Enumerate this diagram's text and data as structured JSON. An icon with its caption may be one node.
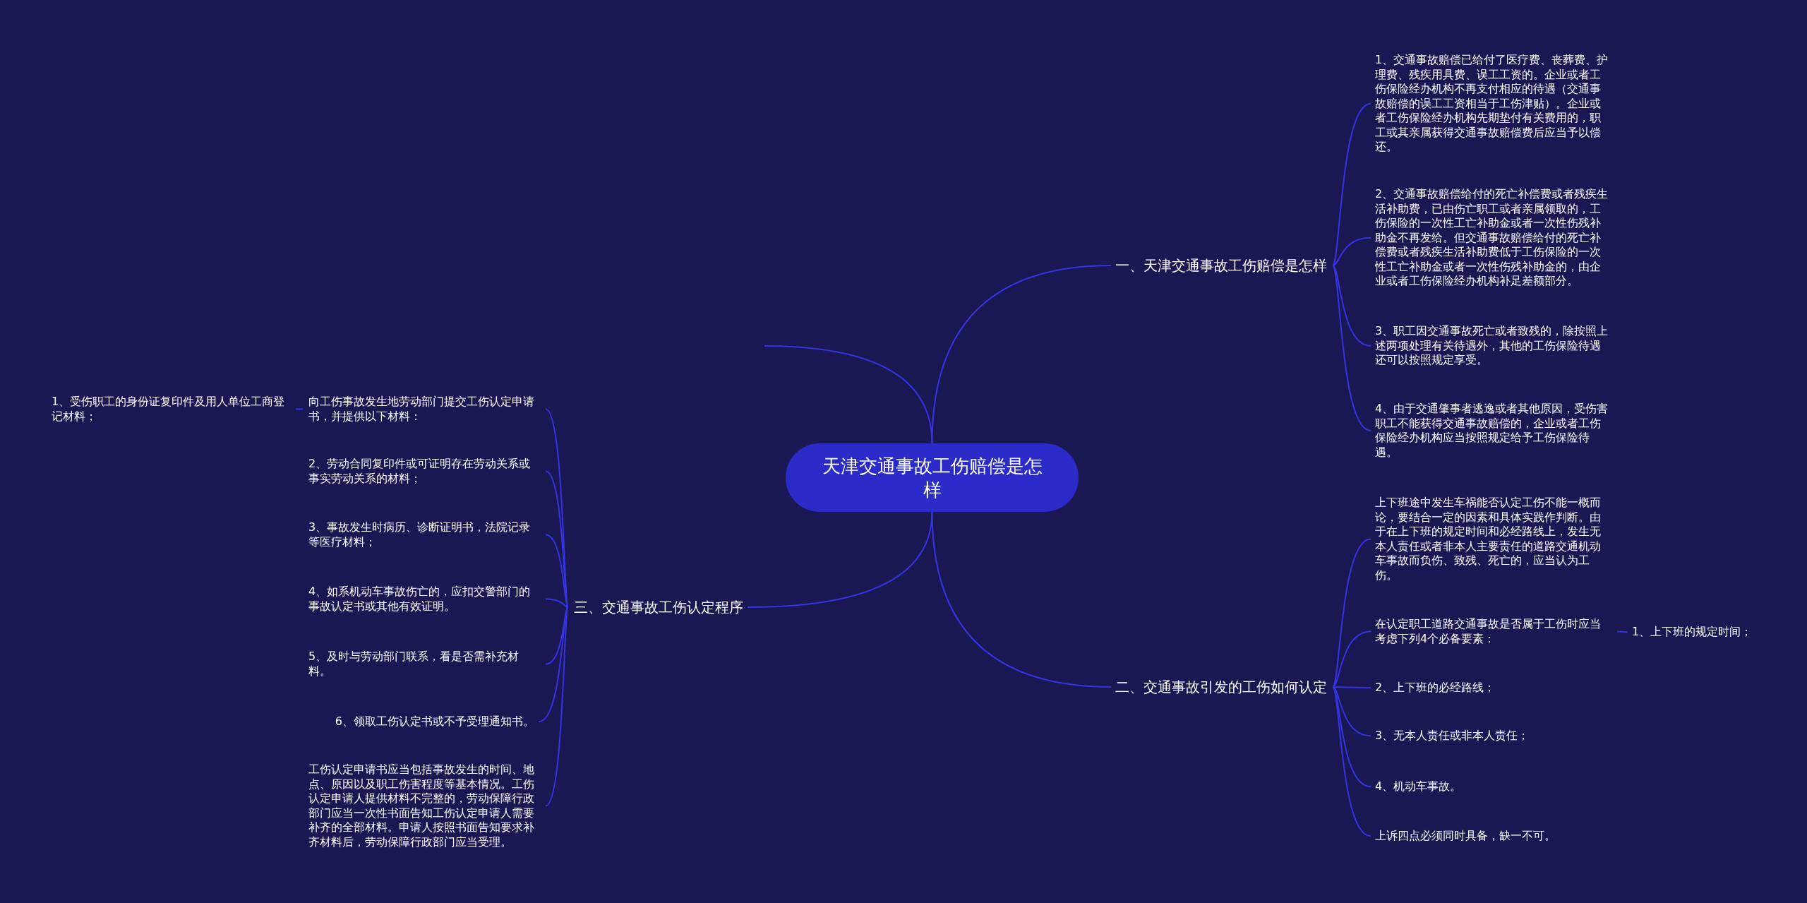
{
  "diagram": {
    "nodes": [
      {
        "text": [
          "天津交通事故工伤赔偿是怎样"
        ]
      },
      {
        "text": [
          "一、天津交通事故工伤赔偿是怎样"
        ]
      },
      {
        "text": [
          "1、交通事故赔偿已给付了医疗费、丧葬费、护理费、残疾用具费、误工工资的。企业或者工伤保险经办机构不再支付相应的待遇（交通事故赔偿的误工工资相当于工伤津贴）。企业或者工伤保险经办机构先期垫付有关费用的，职工或其亲属获得交通事故赔偿费后应当予以偿还。"
        ]
      },
      {
        "text": [
          "2、交通事故赔偿给付的死亡补偿费或者残疾生活补助费，已由伤亡职工或者亲属领取的，工伤保险的一次性工亡补助金或者一次性伤残补助金不再发给。但交通事故赔偿给付的死亡补偿费或者残疾生活补助费低于工伤保险的一次性工亡补助金或者一次性伤残补助金的，由企业或者工伤保险经办机构补足差额部分。"
        ]
      },
      {
        "text": [
          "3、职工因交通事故死亡或者致残的，除按照上述两项处理有关待遇外，其他的工伤保险待遇还可以按照规定享受。"
        ]
      },
      {
        "text": [
          "4、由于交通肇事者逃逸或者其他原因，受伤害职工不能获得交通事故赔偿的，企业或者工伤保险经办机构应当按照规定给予工伤保险待遇。"
        ]
      },
      {
        "text": [
          "二、交通事故引发的工伤如何认定"
        ]
      },
      {
        "text": [
          "上下班途中发生车祸能否认定工伤不能一概而论，要结合一定的因素和具体实践作判断。由于在上下班的规定时间和必经路线上，发生无本人责任或者非本人主要责任的道路交通机动车事故而负伤、致残、死亡的，应当认为工伤。"
        ]
      },
      {
        "text": [
          "在认定职工道路交通事故是否属于工伤时应当考虑下列4个必备要素："
        ]
      },
      {
        "text": [
          "1、上下班的规定时间；"
        ]
      },
      {
        "text": [
          "2、上下班的必经路线；"
        ]
      },
      {
        "text": [
          "3、无本人责任或非本人责任；"
        ]
      },
      {
        "text": [
          "4、机动车事故。"
        ]
      },
      {
        "text": [
          "上诉四点必须同时具备，缺一不可。"
        ]
      },
      {
        "text": [
          "三、交通事故工伤认定程序"
        ]
      },
      {
        "text": [
          "向工伤事故发生地劳动部门提交工伤认定申请书，并提供以下材料："
        ]
      },
      {
        "text": [
          "1、受伤职工的身份证复印件及用人单位工商登记材料；"
        ]
      },
      {
        "text": [
          "2、劳动合同复印件或可证明存在劳动关系或事实劳动关系的材料；"
        ]
      },
      {
        "text": [
          "3、事故发生时病历、诊断证明书，法院记录等医疗材料；"
        ]
      },
      {
        "text": [
          "4、如系机动车事故伤亡的，应扣交警部门的事故认定书或其他有效证明。"
        ]
      },
      {
        "text": [
          "5、及时与劳动部门联系，看是否需补充材料。"
        ]
      },
      {
        "text": [
          "6、领取工伤认定书或不予受理通知书。"
        ]
      },
      {
        "text": [
          "工伤认定申请书应当包括事故发生的时间、地点、原因以及职工伤害程度等基本情况。工伤认定申请人提供材料不完整的，劳动保障行政部门应当一次性书面告知工伤认定申请人需要补齐的全部材料。申请人按照书面告知要求补齐材料后，劳动保障行政部门应当受理。"
        ]
      }
    ],
    "edges": [
      {
        "from": 0,
        "to": 1,
        "arrow": "none"
      },
      {
        "from": 1,
        "to": 2,
        "arrow": "none"
      },
      {
        "from": 1,
        "to": 3,
        "arrow": "none"
      },
      {
        "from": 1,
        "to": 4,
        "arrow": "none"
      },
      {
        "from": 1,
        "to": 5,
        "arrow": "none"
      },
      {
        "from": 0,
        "to": 6,
        "arrow": "none"
      },
      {
        "from": 6,
        "to": 7,
        "arrow": "none"
      },
      {
        "from": 6,
        "to": 8,
        "arrow": "none"
      },
      {
        "from": 8,
        "to": 9,
        "arrow": "none"
      },
      {
        "from": 6,
        "to": 10,
        "arrow": "none"
      },
      {
        "from": 6,
        "to": 11,
        "arrow": "none"
      },
      {
        "from": 6,
        "to": 12,
        "arrow": "none"
      },
      {
        "from": 6,
        "to": 13,
        "arrow": "none"
      },
      {
        "from": 0,
        "to": 14,
        "arrow": "none"
      },
      {
        "from": 14,
        "to": 15,
        "arrow": "none"
      },
      {
        "from": 15,
        "to": 16,
        "arrow": "none"
      },
      {
        "from": 14,
        "to": 17,
        "arrow": "none"
      },
      {
        "from": 14,
        "to": 18,
        "arrow": "none"
      },
      {
        "from": 14,
        "to": 19,
        "arrow": "none"
      },
      {
        "from": 14,
        "to": 20,
        "arrow": "none"
      },
      {
        "from": 14,
        "to": 21,
        "arrow": "none"
      },
      {
        "from": 14,
        "to": 22,
        "arrow": "none"
      },
      {
        "from": 0,
        "to": null,
        "arrow": "none"
      }
    ]
  }
}
